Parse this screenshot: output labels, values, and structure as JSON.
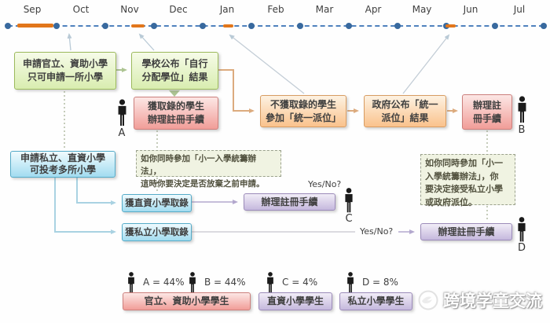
{
  "timeline": {
    "months": [
      "Sep",
      "Oct",
      "Nov",
      "Dec",
      "Jan",
      "Feb",
      "Mar",
      "Apr",
      "May",
      "Jun",
      "Jul"
    ]
  },
  "boxes": {
    "apply_gov_line1": "申請官立、資助小學",
    "apply_gov_line2": "只可申請一所小學",
    "school_result_line1": "學校公布「自行",
    "school_result_line2": "分配學位」結果",
    "admitted_line1": "獲取錄的學生",
    "admitted_line2": "辦理註冊手續",
    "not_admitted_line1": "不獲取錄的學生",
    "not_admitted_line2": "參加「統一派位」",
    "gov_result_line1": "政府公布「統一",
    "gov_result_line2": "派位」結果",
    "register_b_line1": "辦理註",
    "register_b_line2": "冊手續",
    "apply_private_line1": "申請私立、直資小學",
    "apply_private_line2": "可投考多所小學",
    "dss_admitted": "獲直資小學取錄",
    "private_admitted": "獲私立小學取錄",
    "register_c": "辦理註冊手續",
    "register_d": "辦理註冊手續"
  },
  "notes": {
    "middle_line1": "如你同時參加「小一入學統籌辦法」，",
    "middle_line2": "這時你要決定是否放棄之前申請。",
    "right_line1": "如你同時參加「小一",
    "right_line2": "入學統籌辦法」，你",
    "right_line3": "要決定接受私立小學",
    "right_line4": "或政府派位。"
  },
  "labels": {
    "yes_no_1": "Yes/No?",
    "yes_no_2": "Yes/No?",
    "a": "A",
    "b": "B",
    "c": "C",
    "d": "D"
  },
  "legend": {
    "a_value": "A = 44%",
    "b_value": "B = 44%",
    "c_value": "C = 4%",
    "d_value": "D = 8%",
    "gov_students": "官立、資助小學學生",
    "dss_students": "直資小學學生",
    "private_students": "私立小學學生"
  },
  "watermark": {
    "text": "跨境学童交流"
  },
  "colors": {
    "timeline_blue": "#4f81bd",
    "highlight_orange": "#e2761b",
    "green_border": "#9cba5c",
    "red_border": "#cc7f7c",
    "orange_border": "#d89c62",
    "blue_border": "#55abc8",
    "purple_border": "#9b8bb9"
  }
}
